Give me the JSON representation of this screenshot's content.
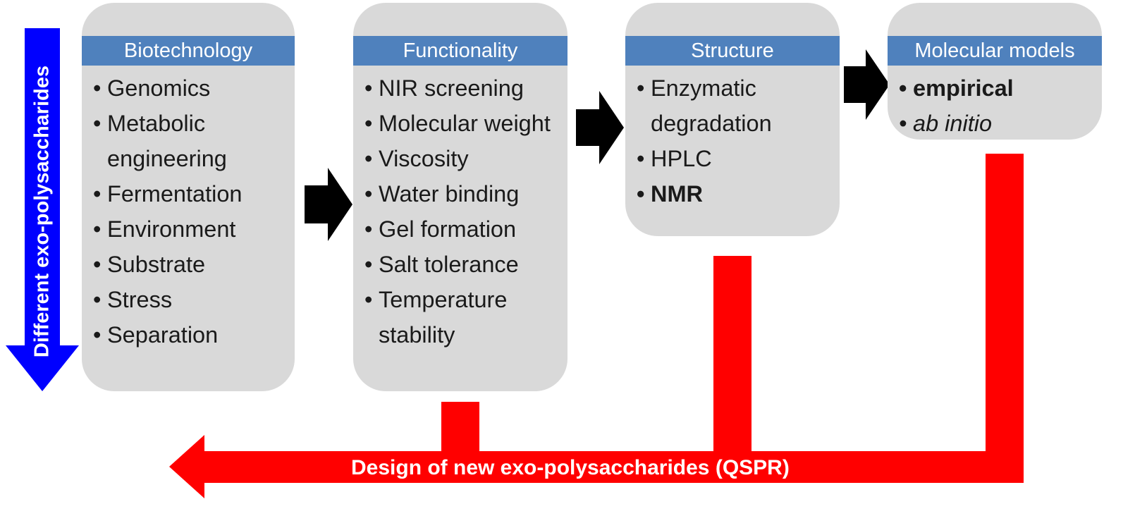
{
  "boxes": [
    {
      "title": "Biotechnology",
      "items": [
        {
          "text": "Genomics"
        },
        {
          "text": "Metabolic engineering"
        },
        {
          "text": "Fermentation"
        },
        {
          "text": "Environment"
        },
        {
          "text": "Substrate"
        },
        {
          "text": "Stress"
        },
        {
          "text": "Separation"
        }
      ]
    },
    {
      "title": "Functionality",
      "items": [
        {
          "text": "NIR screening"
        },
        {
          "text": "Molecular weight"
        },
        {
          "text": "Viscosity"
        },
        {
          "text": "Water binding"
        },
        {
          "text": "Gel formation"
        },
        {
          "text": "Salt tolerance"
        },
        {
          "text": "Temperature stability"
        }
      ]
    },
    {
      "title": "Structure",
      "items": [
        {
          "text": "Enzymatic degradation"
        },
        {
          "text": "HPLC"
        },
        {
          "text": "NMR",
          "style": "bold"
        }
      ]
    },
    {
      "title": "Molecular models",
      "items": [
        {
          "text": "empirical",
          "style": "bold"
        },
        {
          "text": "ab initio",
          "style": "italic"
        }
      ]
    }
  ],
  "vertical_arrow_label": "Different exo-polysaccharides",
  "feedback_arrow_label": "Design of new exo-polysaccharides (QSPR)",
  "colors": {
    "box_fill": "#d9d9d9",
    "header_fill": "#4f81bd",
    "vertical_arrow": "#0000ff",
    "feedback_arrow": "#ff0000",
    "flow_arrow": "#000000"
  }
}
